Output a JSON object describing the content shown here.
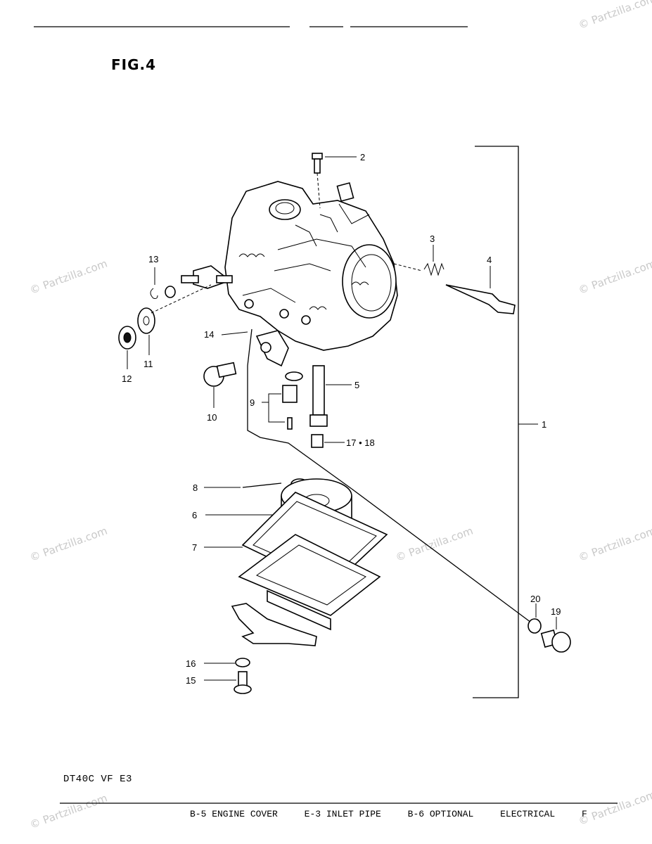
{
  "figure": {
    "title": "FIG.4",
    "model": "DT40C VF E3"
  },
  "footer": {
    "items": [
      "B-5 ENGINE COVER",
      "E-3 INLET PIPE",
      "B-6 OPTIONAL",
      "ELECTRICAL",
      "F"
    ]
  },
  "watermark": {
    "text": "© Partzilla.com"
  },
  "callouts": [
    {
      "id": "c1",
      "label": "1"
    },
    {
      "id": "c2",
      "label": "2"
    },
    {
      "id": "c3",
      "label": "3"
    },
    {
      "id": "c4",
      "label": "4"
    },
    {
      "id": "c5",
      "label": "5"
    },
    {
      "id": "c6",
      "label": "6"
    },
    {
      "id": "c7",
      "label": "7"
    },
    {
      "id": "c8",
      "label": "8"
    },
    {
      "id": "c9",
      "label": "9"
    },
    {
      "id": "c10",
      "label": "10"
    },
    {
      "id": "c11",
      "label": "11"
    },
    {
      "id": "c12",
      "label": "12"
    },
    {
      "id": "c13",
      "label": "13"
    },
    {
      "id": "c14",
      "label": "14"
    },
    {
      "id": "c15",
      "label": "15"
    },
    {
      "id": "c16",
      "label": "16"
    },
    {
      "id": "c17",
      "label": "17 • 18"
    },
    {
      "id": "c19",
      "label": "19"
    },
    {
      "id": "c20",
      "label": "20"
    }
  ]
}
